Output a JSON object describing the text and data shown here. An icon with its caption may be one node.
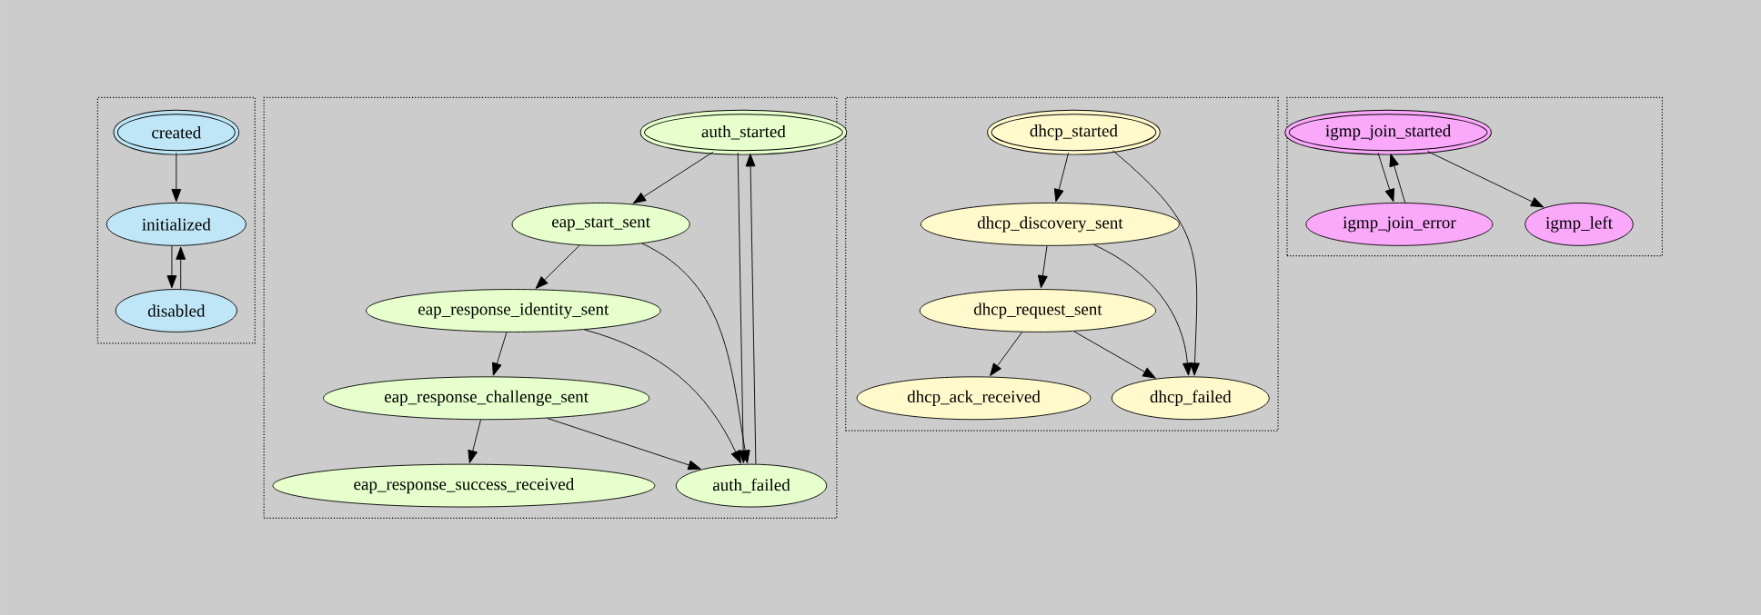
{
  "diagram": {
    "nodes": [
      {
        "text": [],
        "shape": "box"
      },
      {
        "text": [
          "created"
        ],
        "in": 0
      },
      {
        "text": [
          "initialized"
        ],
        "in": 0
      },
      {
        "text": [
          "disabled"
        ],
        "in": 0
      },
      {
        "text": [],
        "shape": "box"
      },
      {
        "text": [
          "auth_started"
        ],
        "in": 4
      },
      {
        "text": [
          "eap_start_sent"
        ],
        "in": 4
      },
      {
        "text": [
          "eap_response_identity_sent"
        ],
        "in": 4
      },
      {
        "text": [
          "eap_response_challenge_sent"
        ],
        "in": 4
      },
      {
        "text": [
          "eap_response_success_received"
        ],
        "in": 4
      },
      {
        "text": [
          "auth_failed"
        ],
        "in": 4
      },
      {
        "text": [],
        "shape": "box"
      },
      {
        "text": [
          "dhcp_started"
        ],
        "in": 11
      },
      {
        "text": [
          "dhcp_discovery_sent"
        ],
        "in": 11
      },
      {
        "text": [
          "dhcp_request_sent"
        ],
        "in": 11
      },
      {
        "text": [
          "dhcp_ack_received"
        ],
        "in": 11
      },
      {
        "text": [
          "dhcp_failed"
        ],
        "in": 11
      },
      {
        "text": [],
        "shape": "box"
      },
      {
        "text": [
          "igmp_join_started"
        ],
        "in": 17
      },
      {
        "text": [
          "igmp_join_error"
        ],
        "in": 17
      },
      {
        "text": [
          "igmp_left"
        ],
        "in": 17
      }
    ],
    "edges": [
      {
        "from": 1,
        "to": 2,
        "arrow": "to"
      },
      {
        "from": 2,
        "to": 3,
        "arrow": "to"
      },
      {
        "from": 3,
        "to": 2,
        "arrow": "to"
      },
      {
        "from": 5,
        "to": 6,
        "arrow": "to"
      },
      {
        "from": 5,
        "to": 10,
        "arrow": "to"
      },
      {
        "from": 10,
        "to": 5,
        "arrow": "to"
      },
      {
        "from": 6,
        "to": 7,
        "arrow": "to"
      },
      {
        "from": 6,
        "to": 10,
        "arrow": "to"
      },
      {
        "from": 7,
        "to": 8,
        "arrow": "to"
      },
      {
        "from": 7,
        "to": 10,
        "arrow": "to"
      },
      {
        "from": 8,
        "to": 9,
        "arrow": "to"
      },
      {
        "from": 8,
        "to": 10,
        "arrow": "to"
      },
      {
        "from": 12,
        "to": 13,
        "arrow": "to"
      },
      {
        "from": 12,
        "to": 16,
        "arrow": "to"
      },
      {
        "from": 13,
        "to": 14,
        "arrow": "to"
      },
      {
        "from": 13,
        "to": 16,
        "arrow": "to"
      },
      {
        "from": 14,
        "to": 15,
        "arrow": "to"
      },
      {
        "from": 14,
        "to": 16,
        "arrow": "to"
      },
      {
        "from": 18,
        "to": 19,
        "arrow": "to"
      },
      {
        "from": 19,
        "to": 18,
        "arrow": "to"
      },
      {
        "from": 18,
        "to": 20,
        "arrow": "to"
      }
    ]
  }
}
